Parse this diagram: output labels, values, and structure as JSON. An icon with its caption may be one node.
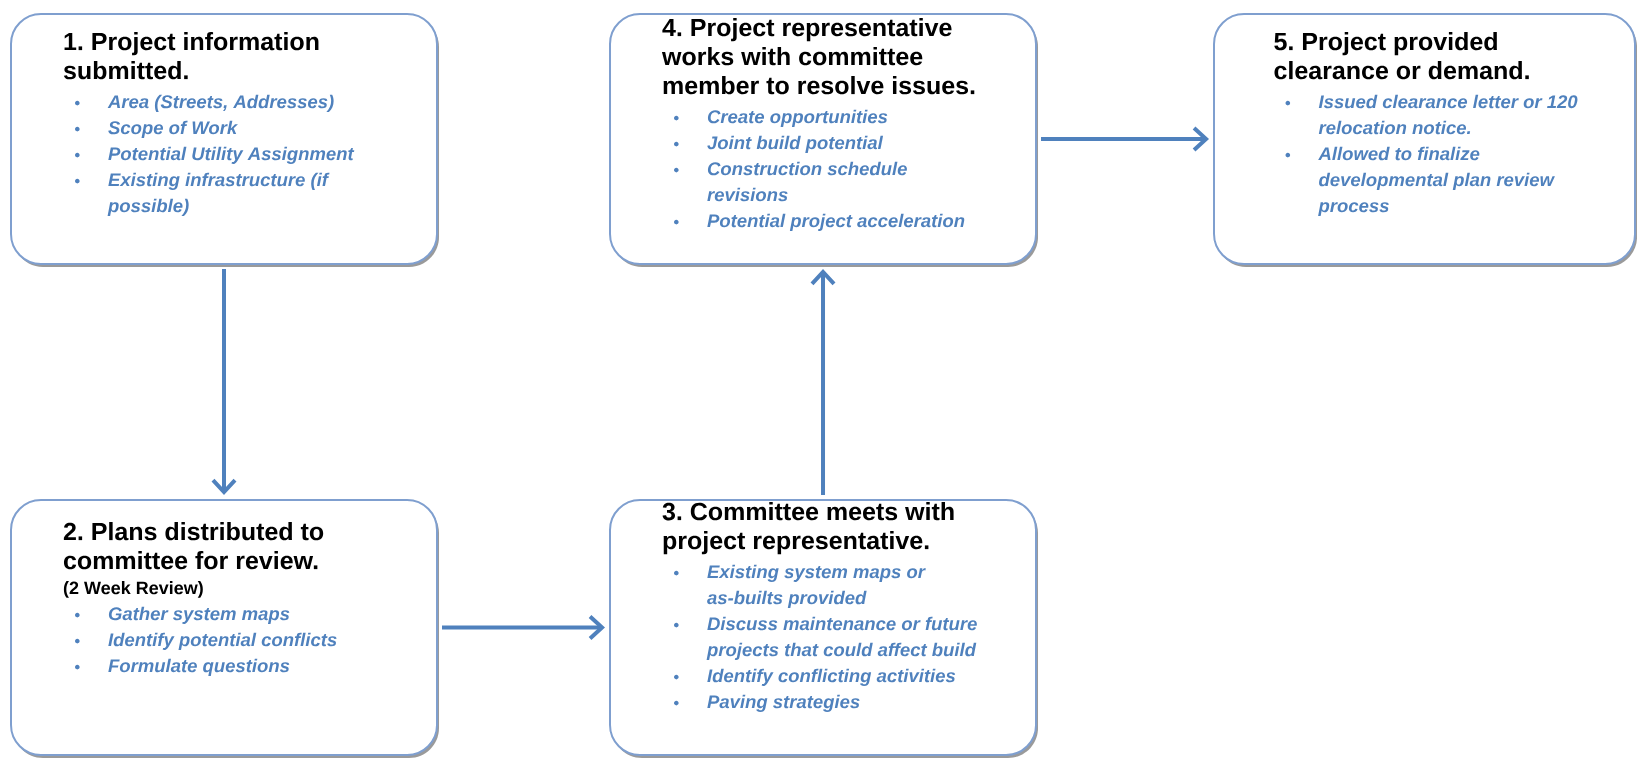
{
  "diagram": {
    "nodes": [
      {
        "text": [
          "1. Project information submitted.",
          "Area (Streets, Addresses)",
          "Scope of Work",
          "Potential Utility Assignment",
          "Existing infrastructure (if possible)"
        ]
      },
      {
        "text": [
          "2. Plans distributed to committee for review.",
          "(2 Week Review)",
          "Gather system maps",
          "Identify potential conflicts",
          "Formulate questions"
        ]
      },
      {
        "text": [
          "3. Committee meets with project representative.",
          "Existing system maps or as-builts provided",
          "Discuss maintenance or future projects that could affect build",
          "Identify conflicting activities",
          "Paving strategies"
        ]
      },
      {
        "text": [
          "4. Project representative works with committee member to resolve issues.",
          "Create opportunities",
          "Joint build potential",
          "Construction schedule revisions",
          "Potential project acceleration"
        ]
      },
      {
        "text": [
          "5. Project provided clearance or demand.",
          "Issued clearance letter or 120 relocation notice.",
          "Allowed to finalize developmental plan review process"
        ]
      }
    ],
    "edges": [
      {
        "from": 0,
        "to": 1,
        "arrow": "to"
      },
      {
        "from": 1,
        "to": 2,
        "arrow": "to"
      },
      {
        "from": 2,
        "to": 3,
        "arrow": "to"
      },
      {
        "from": 3,
        "to": 4,
        "arrow": "to"
      }
    ]
  }
}
